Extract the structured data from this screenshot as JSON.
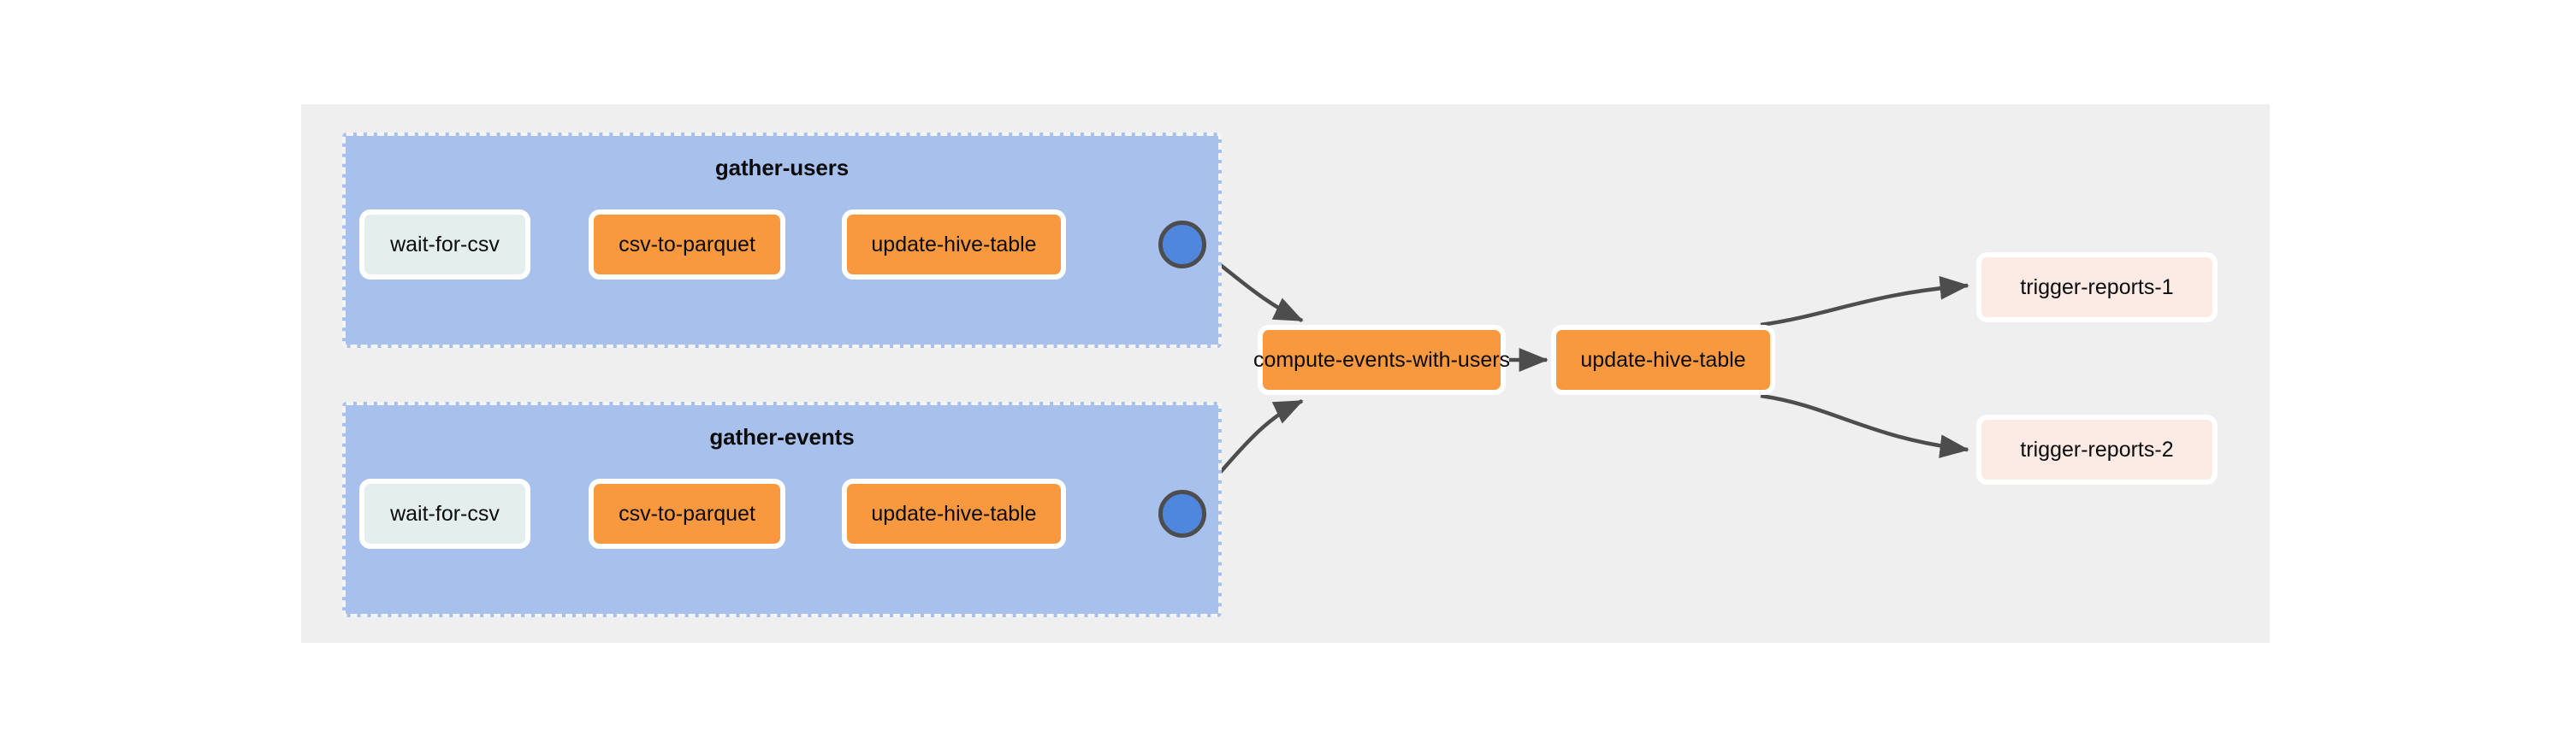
{
  "canvas": {
    "background_color": "#efeff0",
    "label": "airflow-dag-graph-canvas"
  },
  "colors": {
    "group_fill": "#a8c0ec",
    "group_border": "#f4f4f5",
    "operator_fill": "#f9993f",
    "sensor_fill": "#e4efed",
    "trigger_fill": "#fceae5",
    "join_circle_fill": "#5087de",
    "join_circle_border": "#4d4d4d",
    "edge_color": "#4d4d4d",
    "node_border": "#ffffff",
    "text_color": "#0b0b0b"
  },
  "groups": [
    {
      "id": "gather-users",
      "title": "gather-users",
      "nodes": [
        {
          "id": "gather-users-wait-for-csv",
          "label": "wait-for-csv",
          "type": "sensor"
        },
        {
          "id": "gather-users-csv-to-parquet",
          "label": "csv-to-parquet",
          "type": "operator"
        },
        {
          "id": "gather-users-update-hive-table",
          "label": "update-hive-table",
          "type": "operator"
        }
      ],
      "join_node": {
        "id": "gather-users-join",
        "label": "",
        "type": "join"
      }
    },
    {
      "id": "gather-events",
      "title": "gather-events",
      "nodes": [
        {
          "id": "gather-events-wait-for-csv",
          "label": "wait-for-csv",
          "type": "sensor"
        },
        {
          "id": "gather-events-csv-to-parquet",
          "label": "csv-to-parquet",
          "type": "operator"
        },
        {
          "id": "gather-events-update-hive-table",
          "label": "update-hive-table",
          "type": "operator"
        }
      ],
      "join_node": {
        "id": "gather-events-join",
        "label": "",
        "type": "join"
      }
    }
  ],
  "downstream_nodes": [
    {
      "id": "compute-events-with-users",
      "label": "compute-events-with-users",
      "type": "operator"
    },
    {
      "id": "update-hive-table-main",
      "label": "update-hive-table",
      "type": "operator"
    },
    {
      "id": "trigger-reports-1",
      "label": "trigger-reports-1",
      "type": "trigger"
    },
    {
      "id": "trigger-reports-2",
      "label": "trigger-reports-2",
      "type": "trigger"
    }
  ],
  "edges": [
    {
      "from": "gather-users-wait-for-csv",
      "to": "gather-users-csv-to-parquet"
    },
    {
      "from": "gather-users-csv-to-parquet",
      "to": "gather-users-update-hive-table"
    },
    {
      "from": "gather-users-update-hive-table",
      "to": "gather-users-join"
    },
    {
      "from": "gather-events-wait-for-csv",
      "to": "gather-events-csv-to-parquet"
    },
    {
      "from": "gather-events-csv-to-parquet",
      "to": "gather-events-update-hive-table"
    },
    {
      "from": "gather-events-update-hive-table",
      "to": "gather-events-join"
    },
    {
      "from": "gather-users-join",
      "to": "compute-events-with-users"
    },
    {
      "from": "gather-events-join",
      "to": "compute-events-with-users"
    },
    {
      "from": "compute-events-with-users",
      "to": "update-hive-table-main"
    },
    {
      "from": "update-hive-table-main",
      "to": "trigger-reports-1"
    },
    {
      "from": "update-hive-table-main",
      "to": "trigger-reports-2"
    }
  ]
}
